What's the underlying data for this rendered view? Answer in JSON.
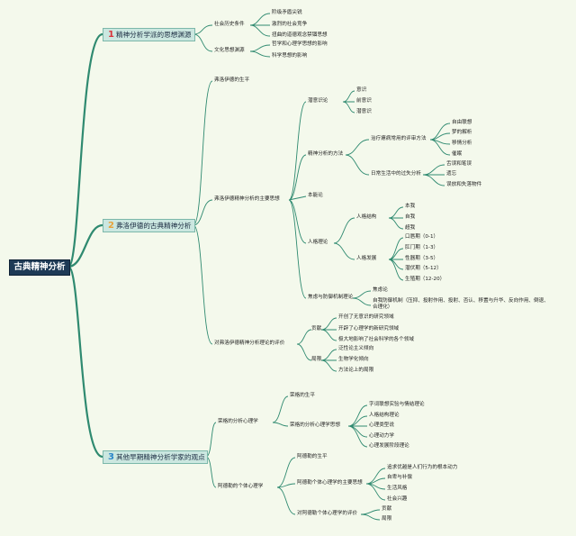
{
  "root": {
    "label": "古典精神分析"
  },
  "topic1": {
    "num": "1",
    "num_color": "#d9343a",
    "label": "精神分析学派的思想渊源",
    "social": {
      "label": "社会历史条件",
      "items": [
        "阶级矛盾尖锐",
        "激烈的社会竞争",
        "扭曲的道德观念禁锢思想"
      ]
    },
    "culture": {
      "label": "文化思想渊源",
      "items": [
        "哲学和心理学思想的影响",
        "科学思想的影响"
      ]
    }
  },
  "topic2": {
    "num": "2",
    "num_color": "#e8a23a",
    "label": "弗洛伊德的古典精神分析",
    "life": "弗洛伊德的生平",
    "main": {
      "label": "弗洛伊德精神分析的主要思想",
      "unconscious": {
        "label": "潜意识论",
        "items": [
          "意识",
          "前意识",
          "潜意识"
        ]
      },
      "method": {
        "label": "精神分析的方法",
        "therapy": {
          "label": "治疗癔病常用的评审方法",
          "items": [
            "自由联想",
            "梦的解析",
            "移情分析",
            "催眠"
          ]
        },
        "daily": {
          "label": "日常生活中的过失分析",
          "items": [
            "舌误和笔误",
            "遗忘",
            "误放和失落物件"
          ]
        }
      },
      "instinct": "本能论",
      "personality": {
        "label": "人格理论",
        "structure": {
          "label": "人格结构",
          "items": [
            "本我",
            "自我",
            "超我"
          ]
        },
        "development": {
          "label": "人格发展",
          "items": [
            "口唇期（0-1）",
            "肛门期（1-3）",
            "性器期（3-5）",
            "潜伏期（5-12）",
            "生殖期（12-20）"
          ]
        }
      },
      "anxiety": {
        "label": "焦虑与防御机制理论",
        "items": [
          "焦虑论",
          "自我防御机制（压抑、投射作用、投射、否认、移置与升华、反向作用、倒退、合理化）"
        ]
      }
    },
    "evaluation": {
      "label": "对弗洛伊德精神分析理论的评价",
      "merits": {
        "label": "贡献",
        "items": [
          "开创了无意识的研究领域",
          "开辟了心理学的新研究领域",
          "极大地影响了社会科学的各个领域"
        ]
      },
      "limits": {
        "label": "局限",
        "items": [
          "泛性论主义倾向",
          "生物学化倾向",
          "方法论上的局限"
        ]
      }
    }
  },
  "topic3": {
    "num": "3",
    "num_color": "#2b86c8",
    "label": "其他早期精神分析学家的观点",
    "jung": {
      "label": "荣格的分析心理学",
      "life": "荣格的生平",
      "thought": {
        "label": "荣格的分析心理学思想",
        "items": [
          "字词联想实验与情结理论",
          "人格结构理论",
          "心理类型说",
          "心理动力学",
          "心理发展阶段理论"
        ]
      }
    },
    "adler": {
      "label": "阿德勒的个体心理学",
      "life": "阿德勒的生平",
      "thought": {
        "label": "阿德勒个体心理学的主要思想",
        "items": [
          "追求优越是人们行为的根本动力",
          "自卑与补偿",
          "生活风格",
          "社会兴趣"
        ]
      },
      "evaluation": {
        "label": "对阿德勒个体心理学的评价",
        "items": [
          "贡献",
          "局限"
        ]
      }
    }
  }
}
